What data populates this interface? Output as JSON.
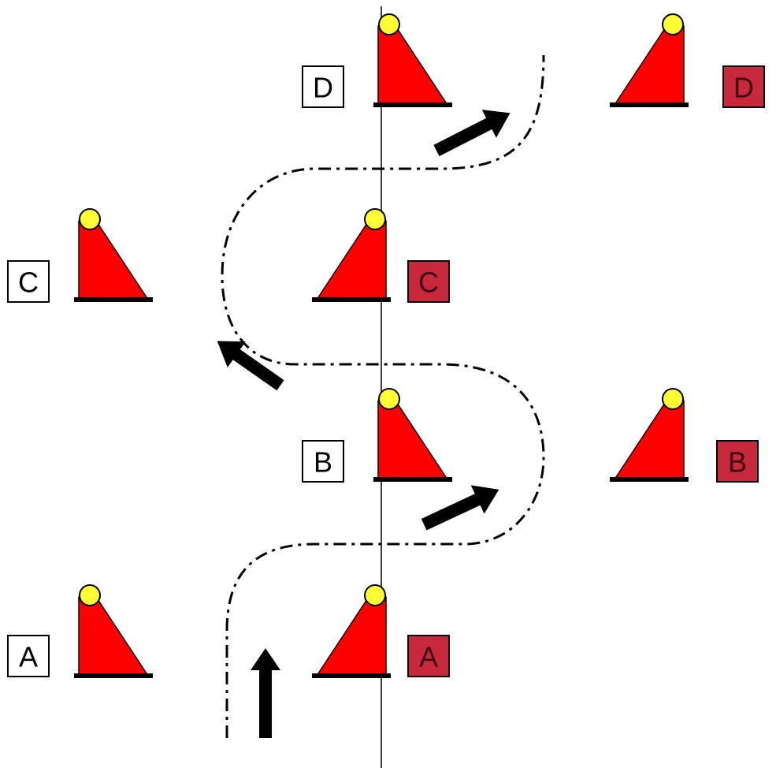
{
  "colors": {
    "cone": "#ff0000",
    "cone_light": "#ffff33",
    "label_red": "#c8283c",
    "label_white": "#ffffff"
  },
  "gates": [
    {
      "letter": "A",
      "left_label": "A",
      "right_label": "A"
    },
    {
      "letter": "B",
      "left_label": "B",
      "right_label": "B"
    },
    {
      "letter": "C",
      "left_label": "C",
      "right_label": "C"
    },
    {
      "letter": "D",
      "left_label": "D",
      "right_label": "D"
    }
  ]
}
